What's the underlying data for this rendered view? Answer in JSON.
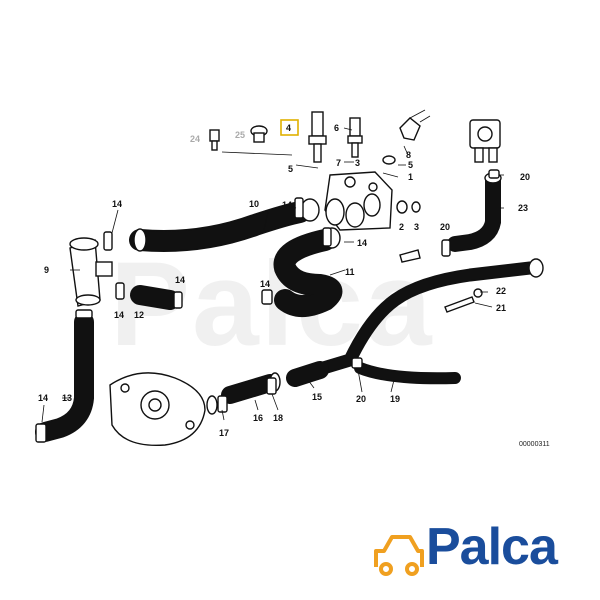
{
  "diagram": {
    "catalog_number": "00000311",
    "highlighted_callout": "4",
    "colors": {
      "line": "#111111",
      "highlight_border": "#e0b000",
      "brand_blue": "#1a4d9c",
      "brand_orange": "#f0a020",
      "faded_label": "#aaaaaa"
    },
    "callouts": {
      "c24": "24",
      "c25": "25",
      "c4": "4",
      "c6": "6",
      "c7": "7",
      "c3": "3",
      "c8": "8",
      "c5a": "5",
      "c5b": "5",
      "c1": "1",
      "c20a": "20",
      "c23": "23",
      "c14a": "14",
      "c10": "10",
      "c14b": "14",
      "c14c": "14",
      "c2": "2",
      "c3b": "3",
      "c20b": "20",
      "c9": "9",
      "c14d": "14",
      "c11": "11",
      "c22": "22",
      "c14e": "14",
      "c12": "12",
      "c14f": "14",
      "c21": "21",
      "c14g": "14",
      "c13": "13",
      "c17": "17",
      "c16": "16",
      "c18": "18",
      "c15": "15",
      "c20c": "20",
      "c19": "19"
    }
  },
  "watermark": {
    "text": "Palca"
  },
  "brand": {
    "logo_text": "Palca",
    "logo_icon": "car-icon"
  }
}
